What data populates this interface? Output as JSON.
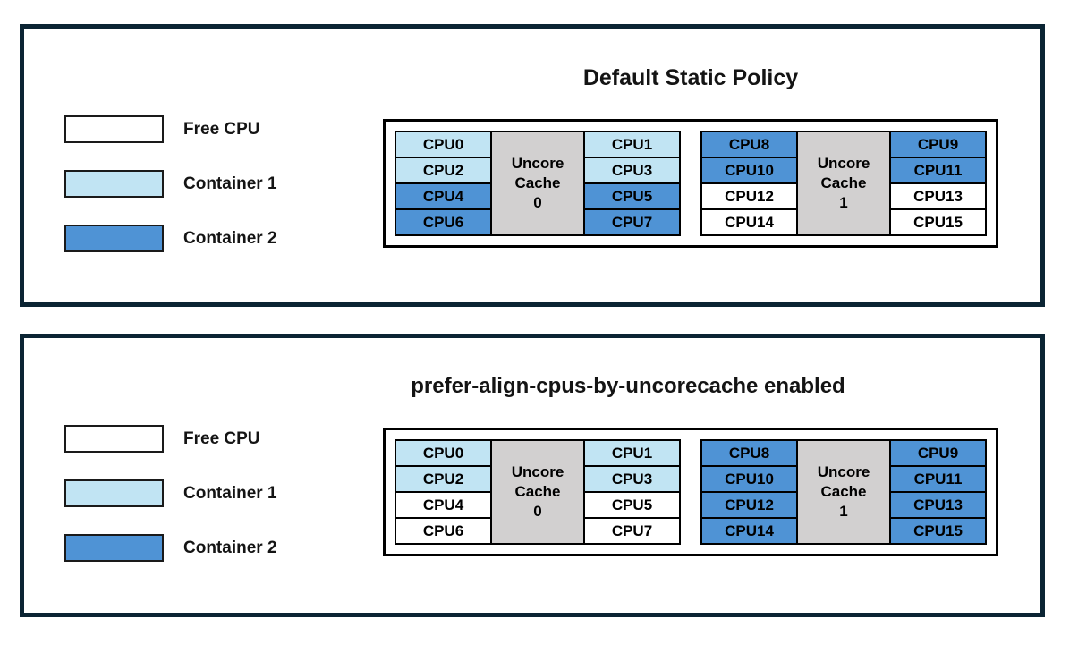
{
  "colors": {
    "free": "#FFFFFF",
    "container1": "#C1E4F3",
    "container2": "#4F93D5",
    "cache_fill": "#D2D0D0",
    "panel_border": "#0B2433"
  },
  "legend": {
    "items": [
      {
        "id": "free-cpu",
        "label": "Free CPU",
        "state": "free"
      },
      {
        "id": "container-1",
        "label": "Container 1",
        "state": "container1"
      },
      {
        "id": "container-2",
        "label": "Container 2",
        "state": "container2"
      }
    ]
  },
  "panels": [
    {
      "title": "Default Static Policy",
      "groups": [
        {
          "cache_label_lines": [
            "Uncore",
            "Cache",
            "0"
          ],
          "columns": [
            [
              {
                "label": "CPU0",
                "state": "container1"
              },
              {
                "label": "CPU2",
                "state": "container1"
              },
              {
                "label": "CPU4",
                "state": "container2"
              },
              {
                "label": "CPU6",
                "state": "container2"
              }
            ],
            [
              {
                "label": "CPU1",
                "state": "container1"
              },
              {
                "label": "CPU3",
                "state": "container1"
              },
              {
                "label": "CPU5",
                "state": "container2"
              },
              {
                "label": "CPU7",
                "state": "container2"
              }
            ]
          ]
        },
        {
          "cache_label_lines": [
            "Uncore",
            "Cache",
            "1"
          ],
          "columns": [
            [
              {
                "label": "CPU8",
                "state": "container2"
              },
              {
                "label": "CPU10",
                "state": "container2"
              },
              {
                "label": "CPU12",
                "state": "free"
              },
              {
                "label": "CPU14",
                "state": "free"
              }
            ],
            [
              {
                "label": "CPU9",
                "state": "container2"
              },
              {
                "label": "CPU11",
                "state": "container2"
              },
              {
                "label": "CPU13",
                "state": "free"
              },
              {
                "label": "CPU15",
                "state": "free"
              }
            ]
          ]
        }
      ]
    },
    {
      "title": "prefer-align-cpus-by-uncorecache enabled",
      "groups": [
        {
          "cache_label_lines": [
            "Uncore",
            "Cache",
            "0"
          ],
          "columns": [
            [
              {
                "label": "CPU0",
                "state": "container1"
              },
              {
                "label": "CPU2",
                "state": "container1"
              },
              {
                "label": "CPU4",
                "state": "free"
              },
              {
                "label": "CPU6",
                "state": "free"
              }
            ],
            [
              {
                "label": "CPU1",
                "state": "container1"
              },
              {
                "label": "CPU3",
                "state": "container1"
              },
              {
                "label": "CPU5",
                "state": "free"
              },
              {
                "label": "CPU7",
                "state": "free"
              }
            ]
          ]
        },
        {
          "cache_label_lines": [
            "Uncore",
            "Cache",
            "1"
          ],
          "columns": [
            [
              {
                "label": "CPU8",
                "state": "container2"
              },
              {
                "label": "CPU10",
                "state": "container2"
              },
              {
                "label": "CPU12",
                "state": "container2"
              },
              {
                "label": "CPU14",
                "state": "container2"
              }
            ],
            [
              {
                "label": "CPU9",
                "state": "container2"
              },
              {
                "label": "CPU11",
                "state": "container2"
              },
              {
                "label": "CPU13",
                "state": "container2"
              },
              {
                "label": "CPU15",
                "state": "container2"
              }
            ]
          ]
        }
      ]
    }
  ]
}
